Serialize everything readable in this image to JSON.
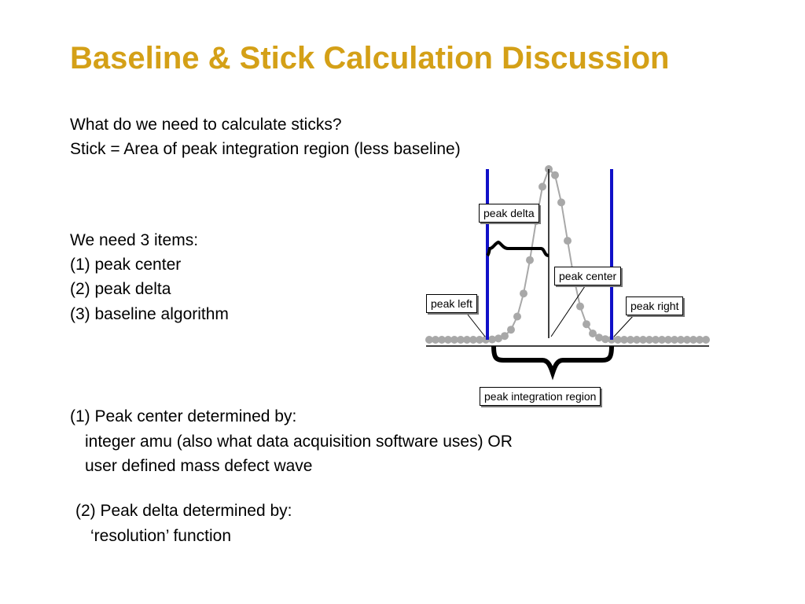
{
  "slide": {
    "title": "Baseline & Stick Calculation Discussion",
    "intro": [
      "What do we need to calculate sticks?",
      "Stick = Area of peak integration region (less baseline)"
    ],
    "items_heading": "We need 3 items:",
    "items": [
      "(1) peak center",
      "(2) peak delta",
      "(3) baseline algorithm"
    ],
    "center_section": [
      "(1) Peak center determined by:",
      "integer amu (also what data acquisition software uses) OR",
      "user defined mass defect wave"
    ],
    "delta_section": [
      "(2) Peak delta determined by:",
      "‘resolution’ function"
    ]
  },
  "diagram": {
    "labels": {
      "peak_delta": "peak delta",
      "peak_center": "peak center",
      "peak_left": "peak left",
      "peak_right": "peak right",
      "integration_region": "peak integration region"
    },
    "colors": {
      "boundary": "#1010c8",
      "data": "#a8a8a8",
      "title": "#d4a017"
    }
  }
}
